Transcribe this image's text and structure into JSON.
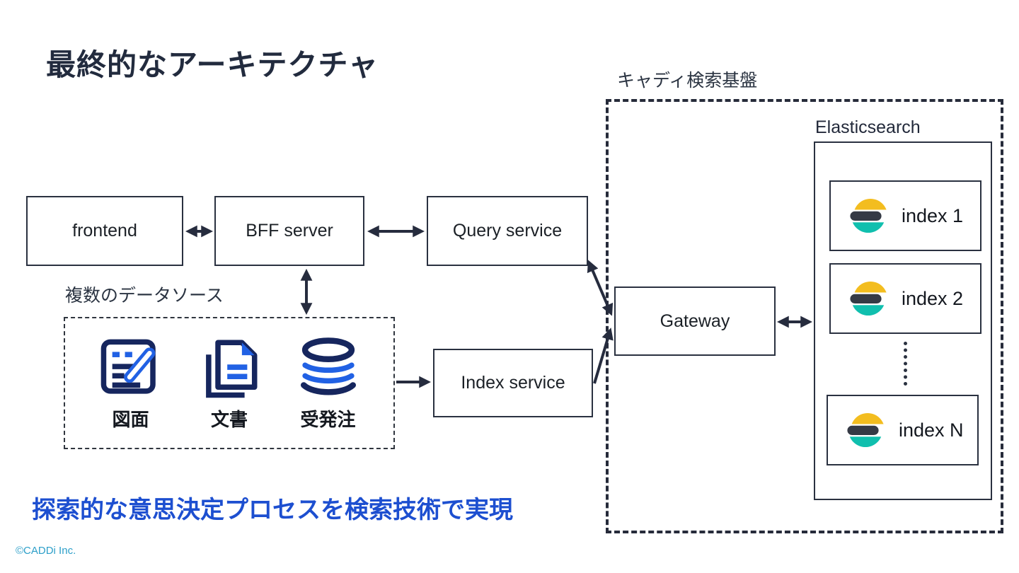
{
  "title": "最終的なアーキテクチャ",
  "nodes": {
    "frontend": "frontend",
    "bff": "BFF server",
    "query": "Query service",
    "index_service": "Index service",
    "gateway": "Gateway"
  },
  "platform": {
    "label": "キャディ検索基盤",
    "elasticsearch": {
      "label": "Elasticsearch",
      "indexes": [
        {
          "label": "index 1"
        },
        {
          "label": "index 2"
        },
        {
          "label": "index N"
        }
      ]
    }
  },
  "datasources": {
    "label": "複数のデータソース",
    "items": [
      {
        "label": "図面",
        "icon": "drawing-icon"
      },
      {
        "label": "文書",
        "icon": "document-icon"
      },
      {
        "label": "受発注",
        "icon": "database-icon"
      }
    ]
  },
  "tagline": "探索的な意思決定プロセスを検索技術で実現",
  "copyright": "©CADDi Inc.",
  "colors": {
    "ink": "#262c3e",
    "accent_blue": "#1d4fd0",
    "icon_navy": "#16265e",
    "icon_blue": "#2161e4",
    "footer_blue": "#2d9fc9",
    "es_yellow": "#f3bd1f",
    "es_dark": "#353a45",
    "es_teal": "#10bfae"
  }
}
